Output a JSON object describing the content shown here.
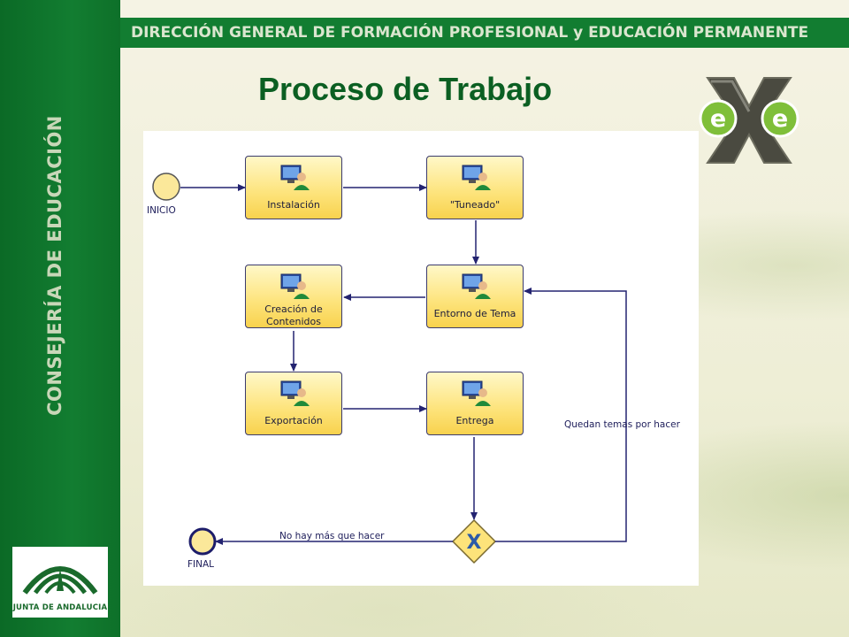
{
  "header": {
    "organization": "DIRECCIÓN GENERAL DE FORMACIÓN PROFESIONAL y EDUCACIÓN PERMANENTE"
  },
  "sidebar": {
    "vertical_title": "CONSEJERÍA DE EDUCACIÓN",
    "logo_text": "JUNTA DE ANDALUCIA"
  },
  "page": {
    "title": "Proceso de Trabajo"
  },
  "logos": {
    "exe_letters": [
      "e",
      "e"
    ]
  },
  "diagram": {
    "start_event": "INICIO",
    "end_event": "FINAL",
    "tasks": {
      "instalacion": "Instalación",
      "tuneado": "\"Tuneado\"",
      "entorno": "Entorno de Tema",
      "creacion_line1": "Creación de",
      "creacion_line2": "Contenidos",
      "exportacion": "Exportación",
      "entrega": "Entrega"
    },
    "gateway_symbol": "X",
    "flows": {
      "loop_label": "Quedan temas por hacer",
      "exit_label": "No hay más que hacer"
    }
  },
  "colors": {
    "sidebar_green": "#127d31",
    "title_green": "#0b5f22",
    "task_fill": "#fde37a",
    "connector": "#232370"
  }
}
